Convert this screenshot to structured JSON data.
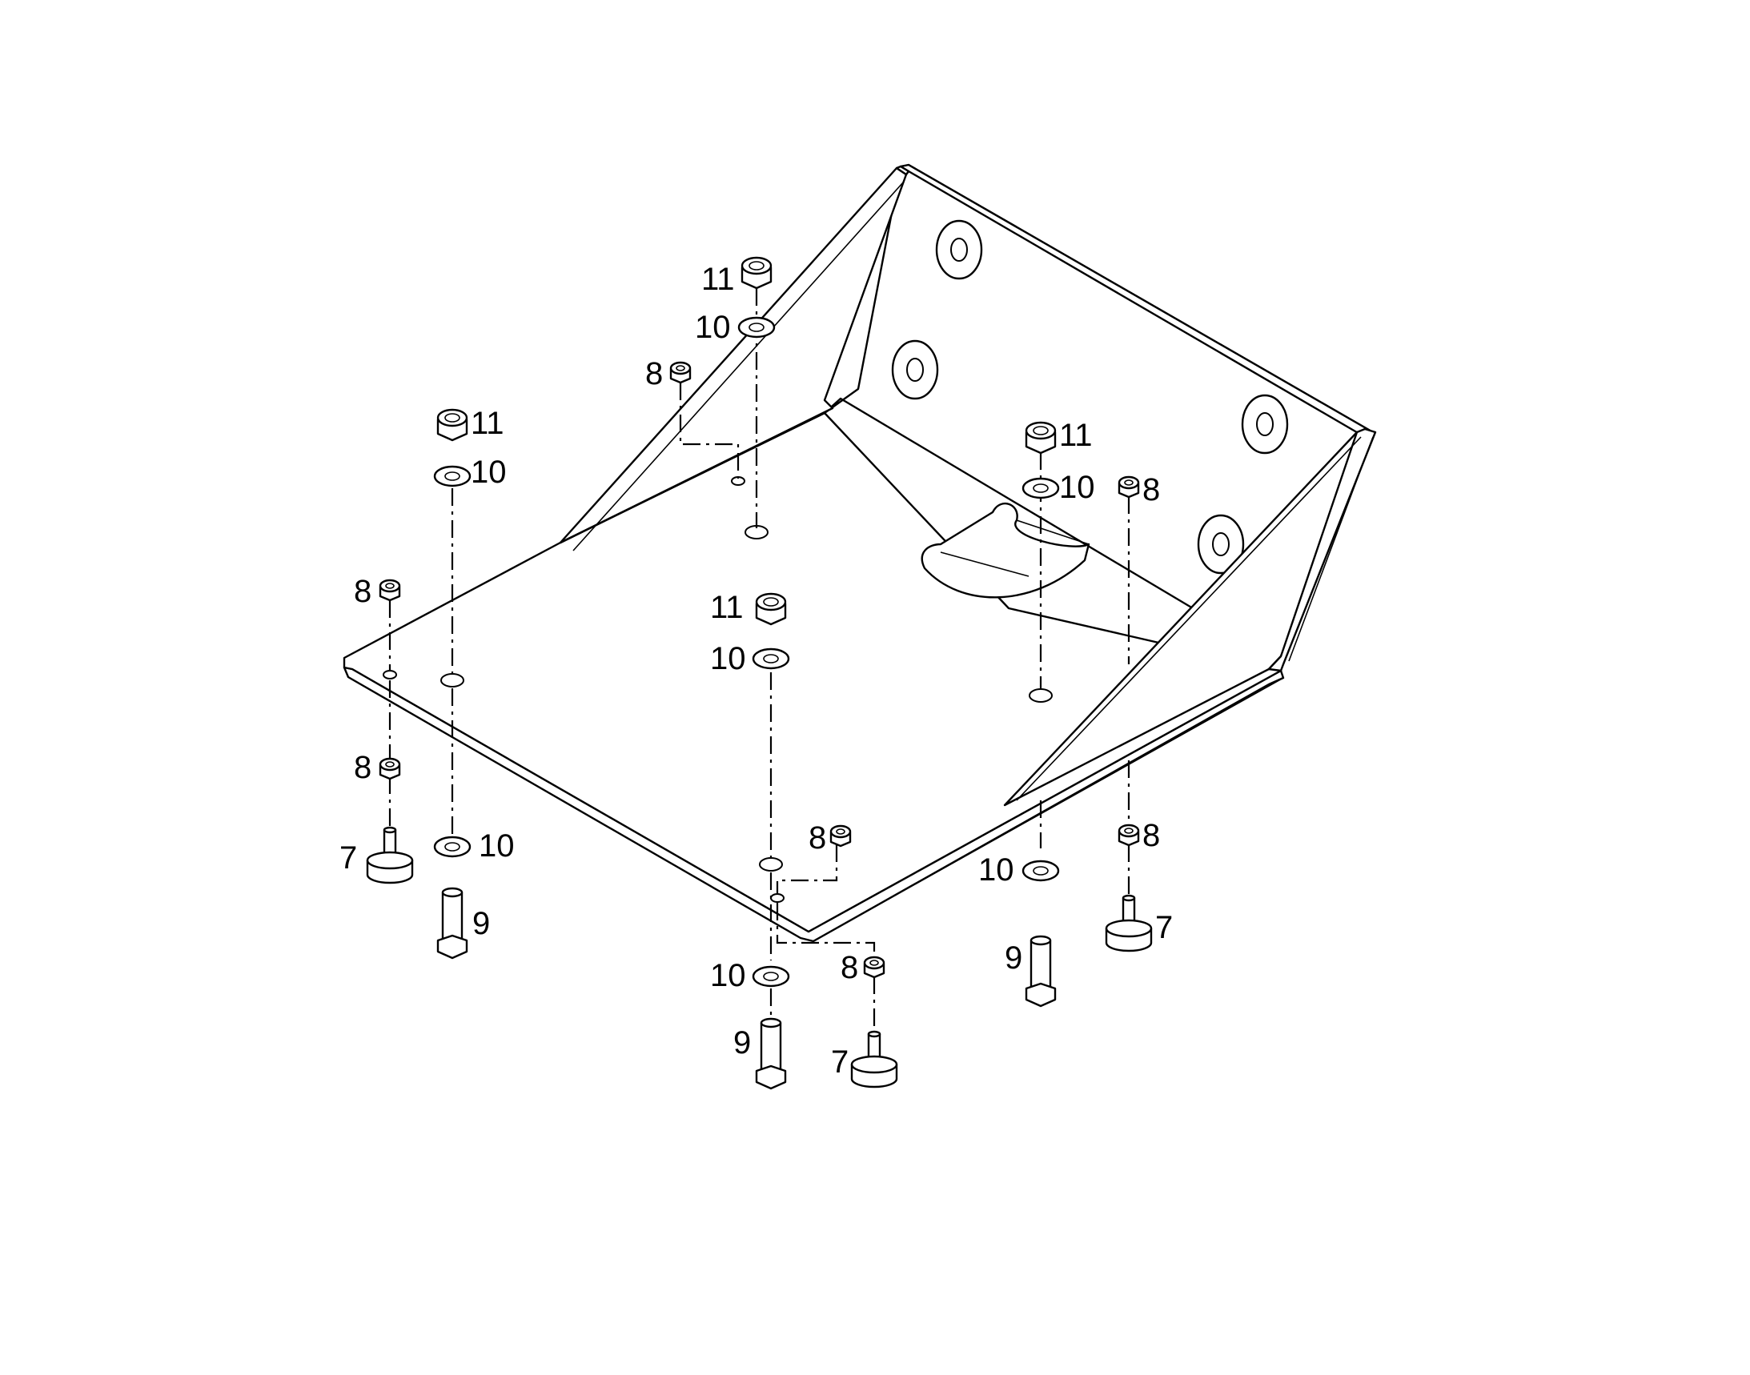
{
  "callouts": {
    "c11_top": "11",
    "c10_top": "10",
    "c8_top": "8",
    "c11_left": "11",
    "c10_left": "10",
    "c8_left": "8",
    "c11_right": "11",
    "c10_right": "10",
    "c8_right": "8",
    "c11_mid": "11",
    "c10_mid": "10",
    "c8_lower_left": "8",
    "c7_left": "7",
    "c10_lower_left": "10",
    "c9_left": "9",
    "c8_mid_lower": "8",
    "c10_bottom": "10",
    "c9_bottom": "9",
    "c8_bottom": "8",
    "c7_bottom": "7",
    "c10_lower_right": "10",
    "c9_right": "9",
    "c8_lower_right": "8",
    "c7_right": "7"
  }
}
